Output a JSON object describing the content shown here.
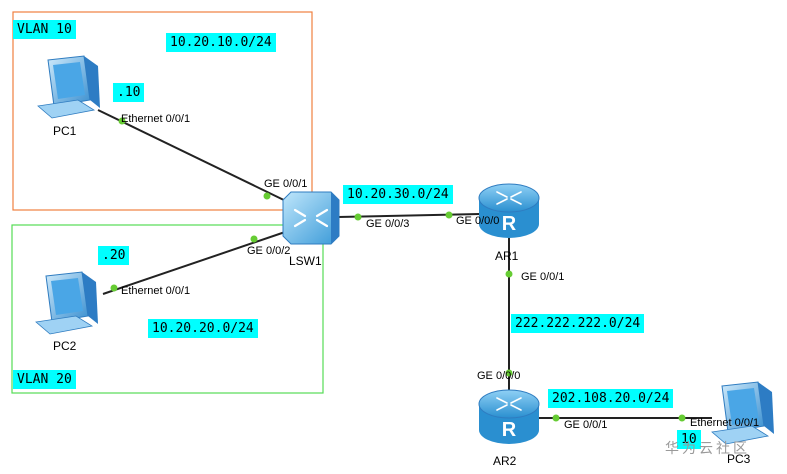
{
  "vlans": {
    "vlan10": "VLAN 10",
    "vlan20": "VLAN 20"
  },
  "subnets": {
    "vlan10": "10.20.10.0/24",
    "vlan20": "10.20.20.0/24",
    "sw_ar1": "10.20.30.0/24",
    "ar1_ar2": "222.222.222.0/24",
    "ar2_pc3": "202.108.20.0/24"
  },
  "hosts": {
    "pc1": ".10",
    "pc2": ".20",
    "pc3": "10"
  },
  "devices": {
    "pc1": "PC1",
    "pc2": "PC2",
    "pc3": "PC3",
    "lsw1": "LSW1",
    "ar1": "AR1",
    "ar2": "AR2"
  },
  "ports": {
    "pc1_eth": "Ethernet 0/0/1",
    "pc2_eth": "Ethernet 0/0/1",
    "pc3_eth": "Ethernet 0/0/1",
    "lsw1_ge1": "GE 0/0/1",
    "lsw1_ge2": "GE 0/0/2",
    "lsw1_ge3": "GE 0/0/3",
    "ar1_ge0": "GE 0/0/0",
    "ar1_ge1": "GE 0/0/1",
    "ar2_ge0": "GE 0/0/0",
    "ar2_ge1": "GE 0/0/1"
  },
  "watermark": "华为云社区",
  "colors": {
    "label_bg": "#00ffff",
    "vlan10_border": "#f08040",
    "vlan20_border": "#55dd55",
    "link": "#222222",
    "port_dot": "#66cc33",
    "router": "#3aa0dc",
    "switch": "#5ab4e6",
    "pc": "#4a9ad8"
  }
}
